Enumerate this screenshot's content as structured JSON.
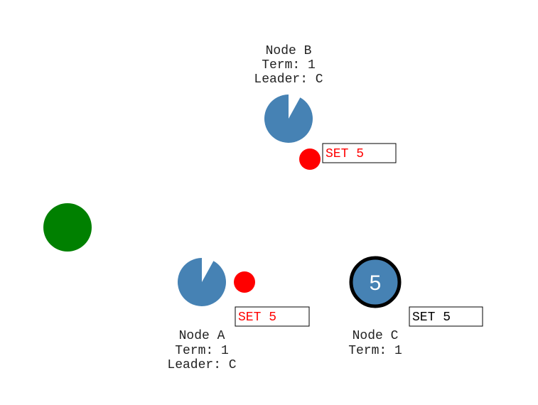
{
  "colors": {
    "node_fill": "#4682b4",
    "message": "#ff0000",
    "client": "#008000",
    "leader_ring": "#000000",
    "uncommitted_text": "#ff0000",
    "committed_text": "#000000"
  },
  "client": {
    "label": ""
  },
  "nodes": {
    "a": {
      "name": "Node A",
      "term": "Term: 1",
      "leader": "Leader: C",
      "timeout_remaining": 0.92,
      "log_entry": "SET 5"
    },
    "b": {
      "name": "Node B",
      "term": "Term: 1",
      "leader": "Leader: C",
      "timeout_remaining": 0.92,
      "log_entry": "SET 5"
    },
    "c": {
      "name": "Node C",
      "term": "Term: 1",
      "value": "5",
      "role": "leader",
      "log_entry": "SET 5"
    }
  }
}
